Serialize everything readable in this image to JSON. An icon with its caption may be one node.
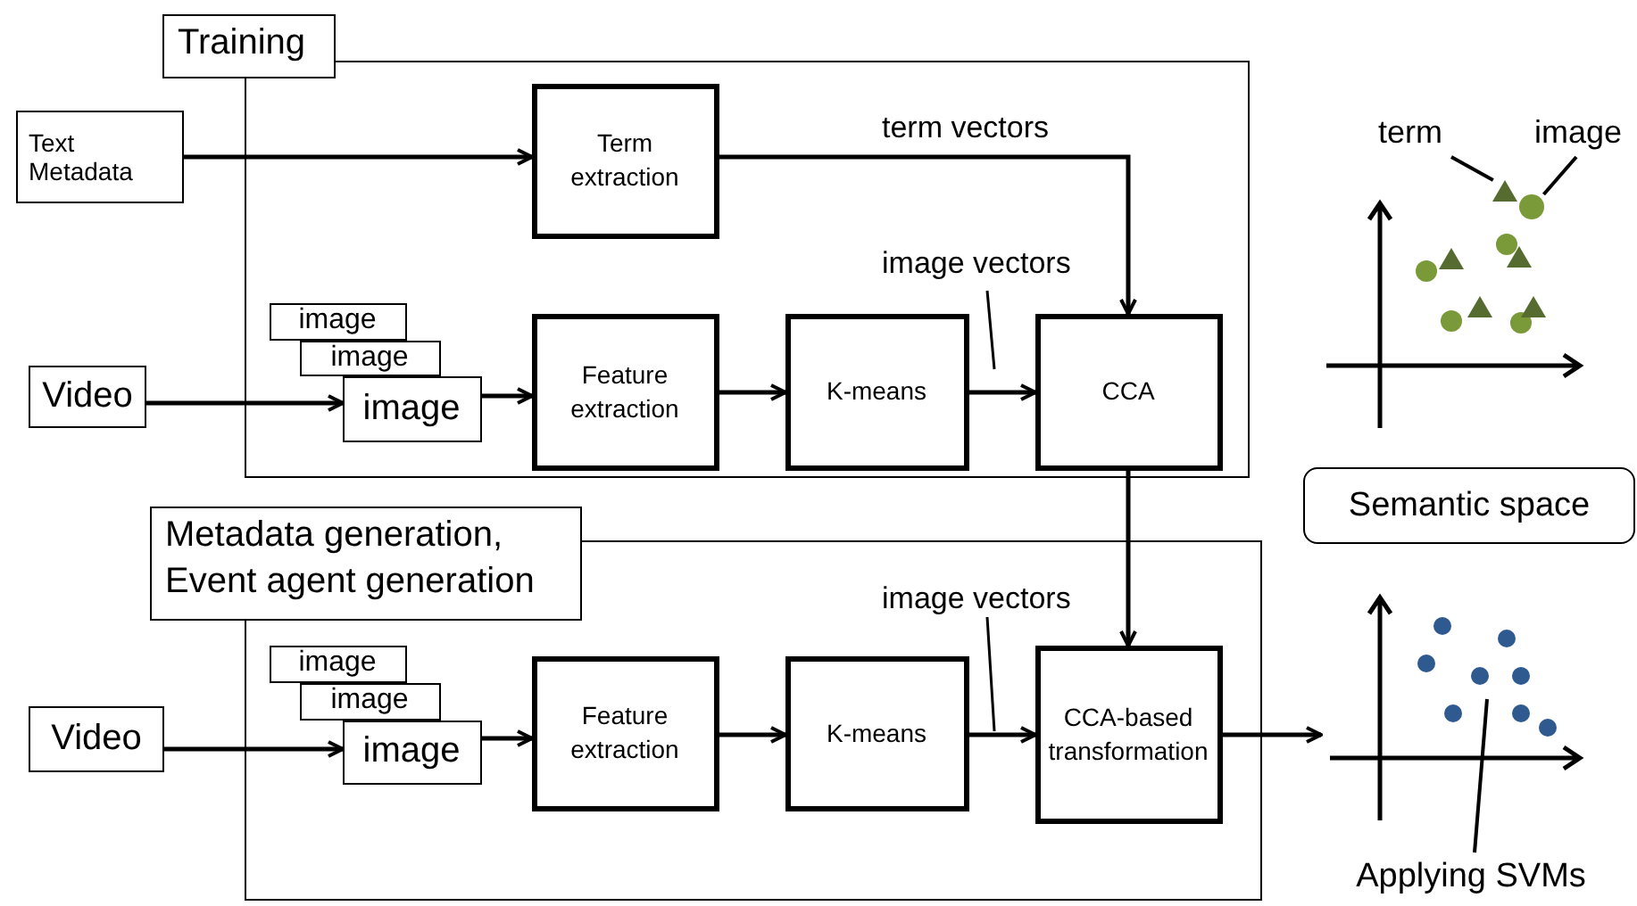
{
  "diagram": {
    "nodes": [
      {
        "text": [
          "Training"
        ]
      },
      {
        "text": [
          "Text Metadata"
        ]
      },
      {
        "text": [
          "Term extraction"
        ],
        "in": 0
      },
      {
        "text": [
          "term"
        ]
      },
      {
        "text": [
          "image"
        ]
      },
      {
        "text": [],
        "shape": "triangle"
      },
      {
        "text": [],
        "shape": "circle"
      },
      {
        "text": [
          "image"
        ],
        "in": 0
      },
      {
        "text": [
          "image"
        ],
        "in": 0
      },
      {
        "text": [
          "image"
        ],
        "in": 0
      },
      {
        "text": [
          "Video"
        ]
      },
      {
        "text": [
          "Feature extraction"
        ],
        "in": 0
      },
      {
        "text": [
          "K-means"
        ],
        "in": 0
      },
      {
        "text": [
          "CCA"
        ],
        "in": 0
      },
      {
        "text": [
          "Semantic space"
        ]
      },
      {
        "text": [
          "Metadata generation, Event agent generation"
        ]
      },
      {
        "text": [
          "image"
        ],
        "in": 15
      },
      {
        "text": [
          "image"
        ],
        "in": 15
      },
      {
        "text": [
          "image"
        ],
        "in": 15
      },
      {
        "text": [
          "Video"
        ]
      },
      {
        "text": [
          "Feature extraction"
        ],
        "in": 15
      },
      {
        "text": [
          "K-means"
        ],
        "in": 15
      },
      {
        "text": [
          "CCA-based transformation"
        ],
        "in": 15
      },
      {
        "text": [],
        "shape": "picture"
      },
      {
        "text": [
          "Applying SVMs"
        ]
      }
    ],
    "edges": [
      {
        "from": 1,
        "to": 2,
        "arrow": "to"
      },
      {
        "from": 2,
        "to": 13,
        "arrow": "to",
        "label": "term vectors"
      },
      {
        "from": 10,
        "to": 9,
        "arrow": "to"
      },
      {
        "from": 9,
        "to": 11,
        "arrow": "to"
      },
      {
        "from": 11,
        "to": 12,
        "arrow": "to"
      },
      {
        "from": 12,
        "to": 13,
        "arrow": "to",
        "label": "image vectors"
      },
      {
        "from": 13,
        "to": 22,
        "arrow": "to"
      },
      {
        "from": 19,
        "to": 18,
        "arrow": "to"
      },
      {
        "from": 18,
        "to": 20,
        "arrow": "to"
      },
      {
        "from": 20,
        "to": 21,
        "arrow": "to"
      },
      {
        "from": 21,
        "to": 22,
        "arrow": "to",
        "label": "image vectors"
      },
      {
        "from": 22,
        "to": 23,
        "arrow": "to"
      },
      {
        "from": 3,
        "to": 5,
        "arrow": "none"
      },
      {
        "from": 4,
        "to": 6,
        "arrow": "none"
      },
      {
        "from": 24,
        "to": 23,
        "arrow": "none"
      }
    ]
  }
}
